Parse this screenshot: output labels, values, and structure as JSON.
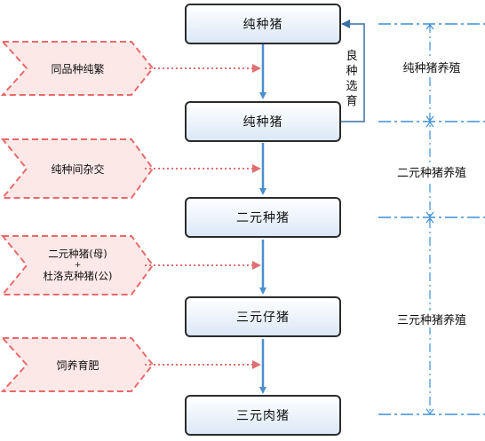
{
  "boxes": [
    {
      "id": "purebred-pig-top",
      "label": "纯种猪"
    },
    {
      "id": "purebred-pig-second",
      "label": "纯种猪"
    },
    {
      "id": "two-breed-pig",
      "label": "二元种猪"
    },
    {
      "id": "three-breed-piglet",
      "label": "三元仔猪"
    },
    {
      "id": "three-breed-market-pig",
      "label": "三元肉猪"
    }
  ],
  "side_inputs": [
    {
      "id": "pure-line-breeding",
      "lines": [
        "同品种纯繁"
      ]
    },
    {
      "id": "purebred-crossing",
      "lines": [
        "纯种间杂交"
      ]
    },
    {
      "id": "duroc-cross",
      "lines": [
        "二元种猪(母)",
        "+",
        "杜洛克种猪(公)"
      ]
    },
    {
      "id": "feeding-fattening",
      "lines": [
        "饲养育肥"
      ]
    }
  ],
  "feedback_label": [
    "良",
    "种",
    "选",
    "育"
  ],
  "stages": [
    {
      "id": "purebred-breeding",
      "label": "纯种猪养殖"
    },
    {
      "id": "two-breed-breeding",
      "label": "二元种猪养殖"
    },
    {
      "id": "three-breed-breeding",
      "label": "三元种猪养殖"
    }
  ],
  "colors": {
    "main_arrow": "#4a8fd0",
    "dashed_arrow": "#e07070",
    "side_shape_border": "#e86a6a",
    "side_shape_fill": "#fde8e8",
    "dashdot_line": "#3d8fd6",
    "box_border": "#2b2b2b"
  }
}
